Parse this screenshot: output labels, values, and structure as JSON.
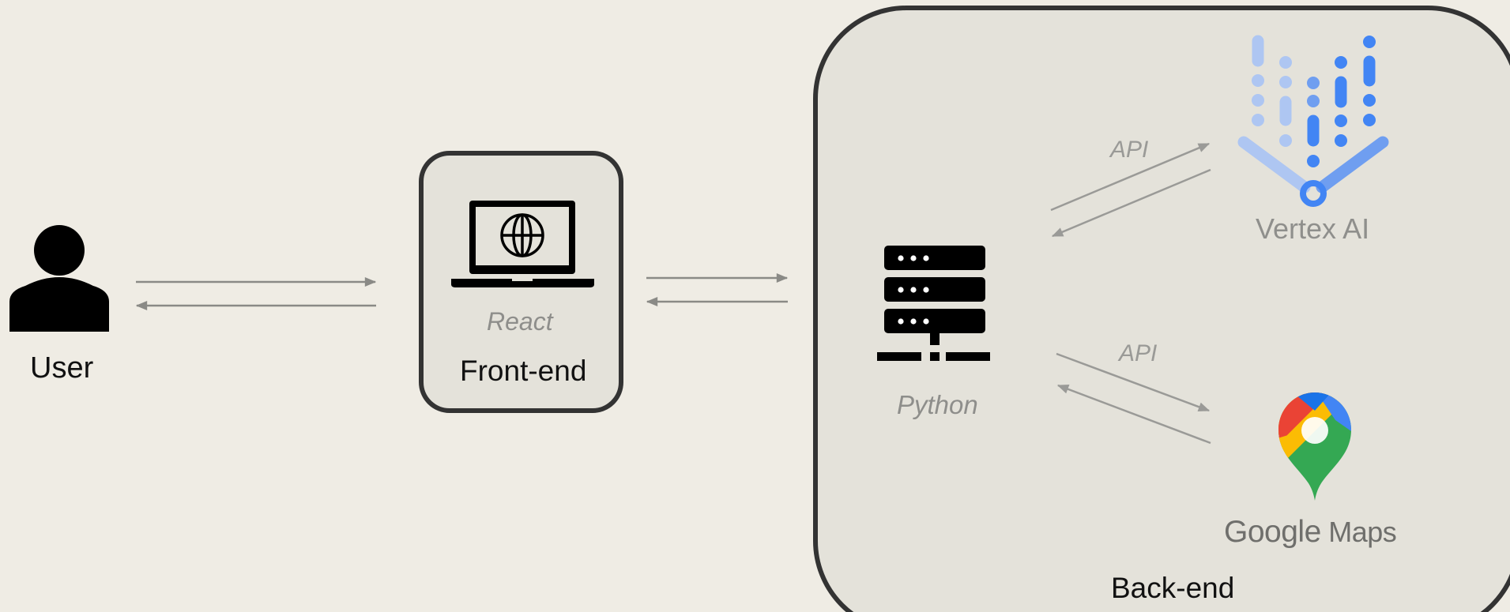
{
  "nodes": {
    "user": {
      "label": "User",
      "icon": "user-icon"
    },
    "frontend": {
      "label": "Front-end",
      "tech": "React",
      "icon": "laptop-globe-icon"
    },
    "backend": {
      "label": "Back-end",
      "tech": "Python",
      "icon": "server-icon"
    },
    "vertex_ai": {
      "label": "Vertex AI",
      "icon": "vertex-ai-logo"
    },
    "google_maps": {
      "label_google": "Google",
      "label_maps": " Maps",
      "icon": "google-maps-pin-icon"
    }
  },
  "edges": {
    "vertex_api_label": "API",
    "maps_api_label": "API"
  },
  "colors": {
    "background": "#efece4",
    "box_fill": "#e4e2da",
    "box_border": "#333333",
    "arrow": "#8a8a86",
    "vertex_light": "#aec6f2",
    "vertex_mid": "#6f9ef0",
    "vertex_dark": "#4285f4",
    "maps_red": "#ea4335",
    "maps_yellow": "#fbbc04",
    "maps_green": "#34a853",
    "maps_blue": "#4285f4"
  }
}
